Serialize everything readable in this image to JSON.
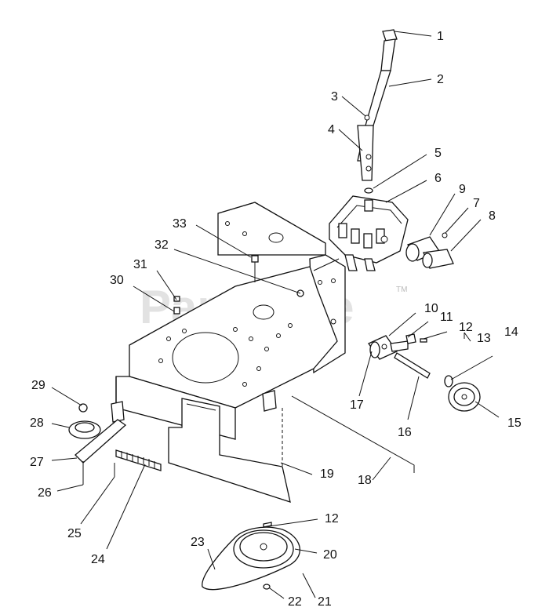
{
  "watermark": "PartsTree",
  "watermark_mark": "TM",
  "callouts": {
    "c1": "1",
    "c2": "2",
    "c3": "3",
    "c4": "4",
    "c5": "5",
    "c6": "6",
    "c7": "7",
    "c8": "8",
    "c9": "9",
    "c10": "10",
    "c11": "11",
    "c12a": "12",
    "c12b": "12",
    "c13": "13",
    "c14": "14",
    "c15": "15",
    "c16": "16",
    "c17": "17",
    "c18": "18",
    "c19": "19",
    "c20": "20",
    "c21": "21",
    "c22": "22",
    "c23": "23",
    "c24": "24",
    "c25": "25",
    "c26": "26",
    "c27": "27",
    "c28": "28",
    "c29": "29",
    "c30": "30",
    "c31": "31",
    "c32": "32",
    "c33": "33"
  }
}
